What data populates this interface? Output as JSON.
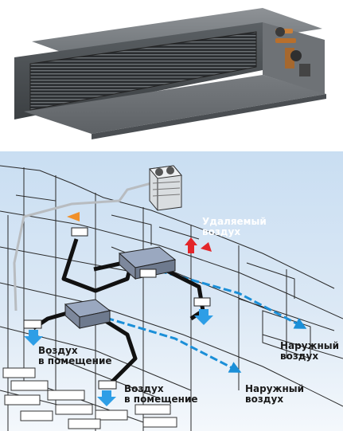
{
  "labels": {
    "exhaust_air_line1": "Удаляемый",
    "exhaust_air_line2": "воздух",
    "room_air_1_line1": "Воздух",
    "room_air_1_line2": "в помещение",
    "room_air_2_line1": "Воздух",
    "room_air_2_line2": "в помещение",
    "outside_air_1_line1": "Наружный",
    "outside_air_1_line2": "воздух",
    "outside_air_2_line1": "Наружный",
    "outside_air_2_line2": "воздух"
  },
  "colors": {
    "sky": "#c9def2",
    "sky_light": "#e9f1f9",
    "duct": "#111111",
    "fresh_air": "#1b8fd8",
    "exhaust_arrow": "#e3262a",
    "unit_body": "#5a5f63",
    "accent_arrow": "#f0902a"
  },
  "icons": {
    "outdoor_unit": "outdoor-unit-icon",
    "exhaust_arrow": "red-exhaust-arrow-icon",
    "supply_arrow": "blue-supply-arrow-icon"
  }
}
